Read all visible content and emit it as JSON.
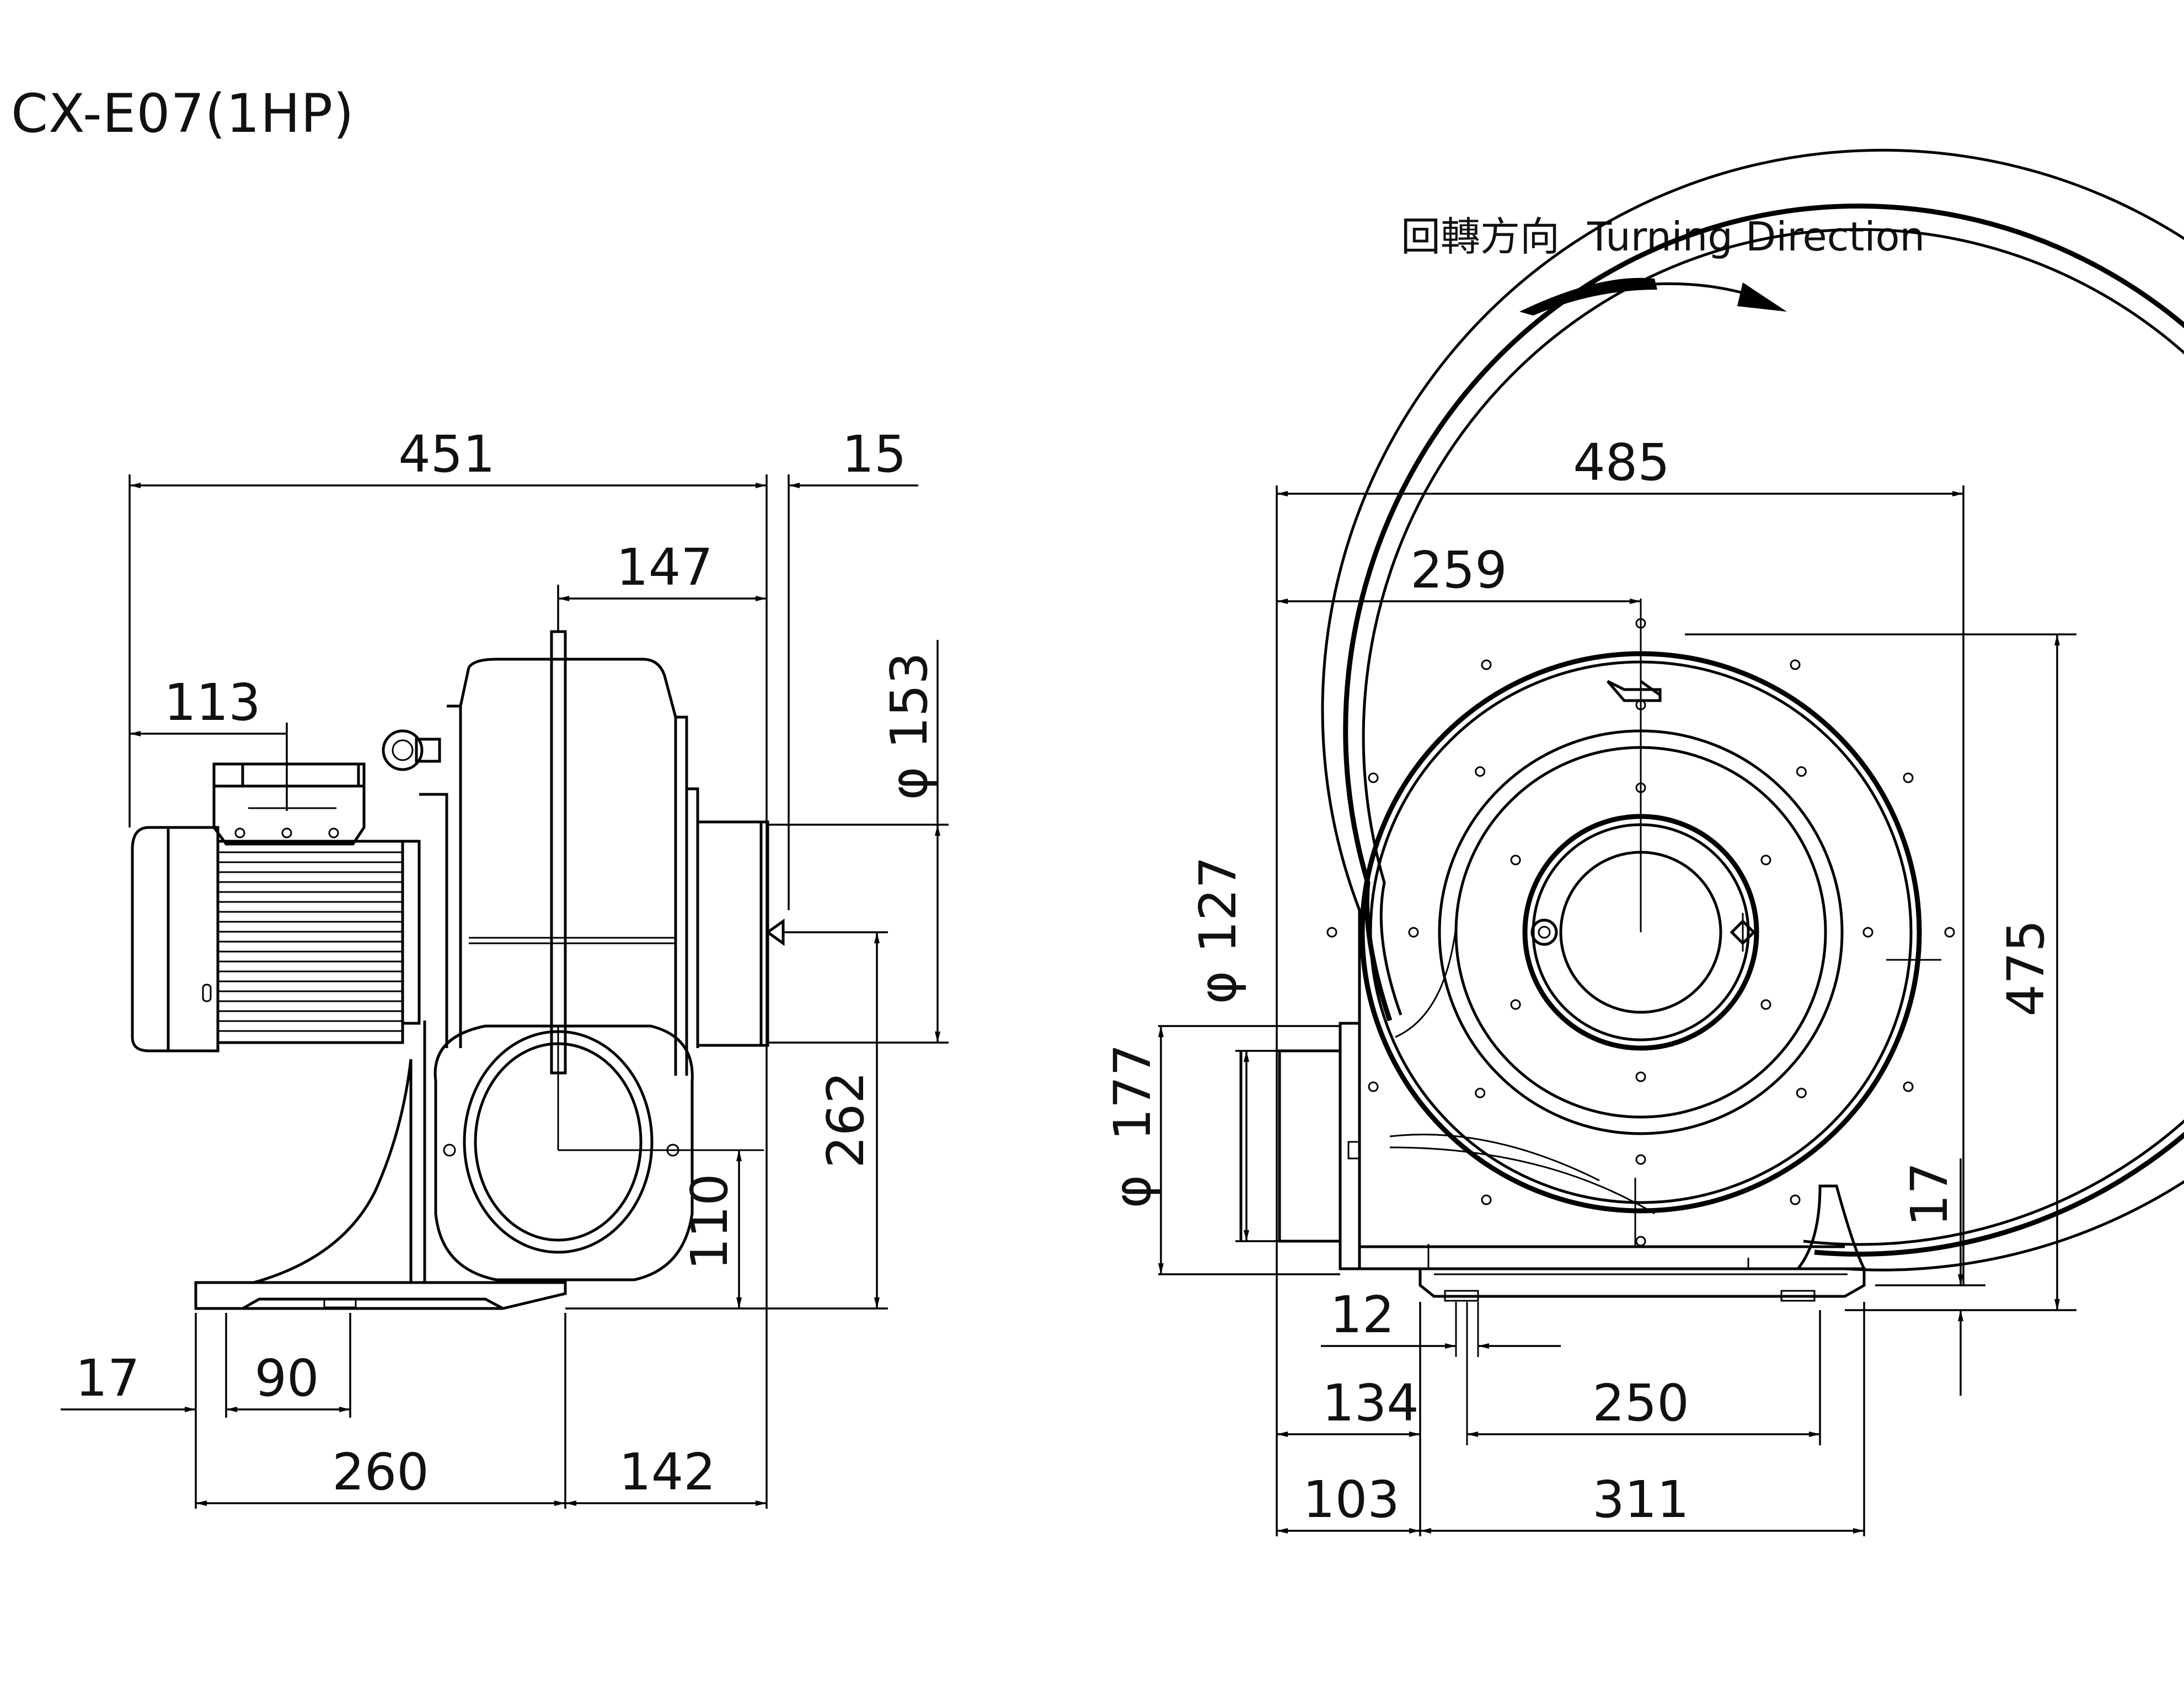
{
  "title": "CX-E07(1HP)",
  "rotation": {
    "label_cn": "回轉方向",
    "label_en": "Turning Direction"
  },
  "side_view": {
    "overall_length": "451",
    "flange_thickness": "15",
    "outlet_length": "147",
    "motor_box_offset": "113",
    "outlet_diameter": "153",
    "shaft_height": "262",
    "inlet_height": "110",
    "base_edge": "17",
    "base_foot": "90",
    "base_length": "260",
    "outlet_overhang": "142",
    "diameter_symbol": "φ"
  },
  "front_view": {
    "overall_width": "485",
    "center_offset": "259",
    "overall_height": "475",
    "inlet_flange_diameter": "127",
    "inlet_diameter": "177",
    "base_height": "17",
    "hole_size": "12",
    "mount_offset": "134",
    "mount_spacing": "250",
    "base_offset": "103",
    "base_width": "311",
    "diameter_symbol": "φ"
  }
}
